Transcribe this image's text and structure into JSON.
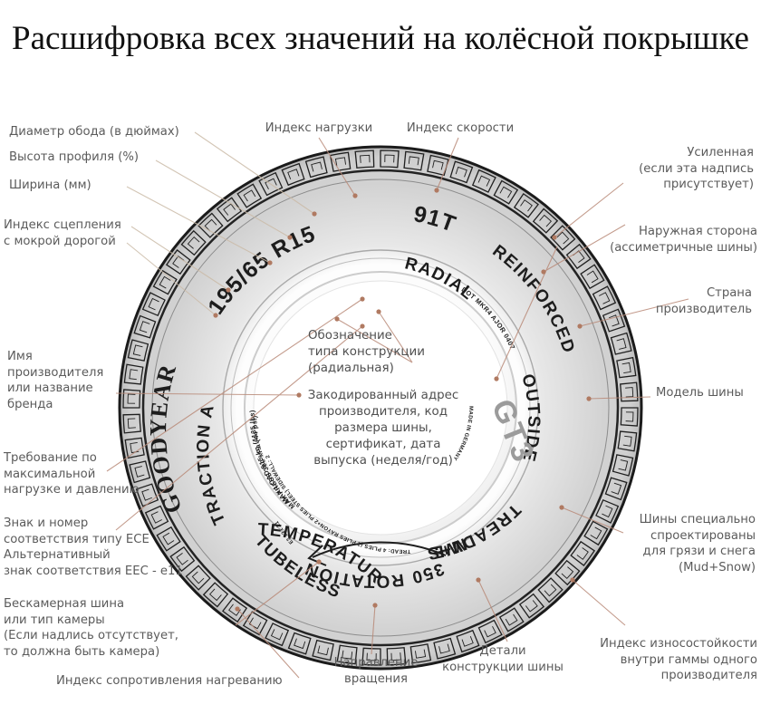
{
  "page": {
    "title": "Расшифровка всех значений на колёсной\nпокрышке",
    "accent_color": "#b98a78",
    "text_color": "#5b5b5b",
    "background": "#ffffff"
  },
  "labels": {
    "left": [
      {
        "id": "rim-diameter",
        "text": "Диаметр обода (в дюймах)"
      },
      {
        "id": "aspect-ratio",
        "text": "Высота профиля (%)"
      },
      {
        "id": "section-width",
        "text": "Ширина (мм)"
      },
      {
        "id": "traction-index",
        "text": "Индекс сцепления\nс мокрой дорогой"
      },
      {
        "id": "manufacturer-name",
        "text": "Имя\nпроизводителя\nили название\nбренда"
      },
      {
        "id": "max-load-pressure",
        "text": "Требование по\nмаксимальной\nнагрузке и давлению"
      },
      {
        "id": "ece-mark",
        "text": "Знак и номер\nсоответствия типу ECE\nАльтернативный\nзнак соответствия EEC - e11"
      },
      {
        "id": "tubeless",
        "text": "Бескамерная шина\nили тип камеры\n(Если надлись отсутствует,\nто должна быть камера)"
      }
    ],
    "top": [
      {
        "id": "load-index",
        "text": "Индекс нагрузки"
      },
      {
        "id": "speed-index",
        "text": "Индекс скорости"
      }
    ],
    "right": [
      {
        "id": "reinforced",
        "text": "Усиленная\n(если эта надпись\nприсутствует)"
      },
      {
        "id": "outside-side",
        "text": "Наружная сторона\n(ассиметричные шины)"
      },
      {
        "id": "country",
        "text": "Страна\nпроизводитель"
      },
      {
        "id": "tire-model",
        "text": "Модель шины"
      },
      {
        "id": "mud-snow",
        "text": "Шины специально\nспроектированы\nдля грязи и снега\n(Mud+Snow)"
      },
      {
        "id": "treadwear",
        "text": "Индекс износостойкости\nвнутри гаммы одного\nпроизводителя"
      }
    ],
    "bottom": [
      {
        "id": "temperature-index",
        "text": "Индекс сопротивления нагреванию"
      },
      {
        "id": "rotation",
        "text": "Направление\nвращения"
      },
      {
        "id": "construction",
        "text": "Детали\nконструкции шины"
      }
    ],
    "center": [
      {
        "id": "radial-construction",
        "text": "Обозначение\nтипа конструкции\n(радиальная)"
      },
      {
        "id": "dot-code",
        "text": "Закодированный адрес\nпроизводителя, код\nразмера шины,\nсертификат, дата\nвыпуска (неделя/год)"
      }
    ]
  },
  "tire": {
    "markings": {
      "size": "195/65 R15",
      "service": "91T",
      "radial": "RADIAL",
      "reinforced": "REINFORCED",
      "outside": "OUTSIDE",
      "dot": "DOT MKR4 AJOR 0407",
      "model": "GT3",
      "made_in": "MADE IN GERMANY",
      "treadwear_word": "TREADWEAR",
      "treadwear_value": "350",
      "mud_snow": "M+S",
      "rotation": "ROTATION",
      "ply": "TREAD: 4 PLIES (2 PLIES RAYON+2 PLIES STEEL)\nSIDEWALL: 2 PLIES RAYON",
      "temperature": "TEMPERATURE A",
      "tubeless": "TUBELESS",
      "traction": "TRACTION A",
      "brand": "GOODYEAR",
      "max_load": "MAX LOAD 515 kg (1135 lbs)",
      "max_press": "MAX PRESS 300 kPa (44 psi)",
      "ece": "E2 021 11"
    }
  }
}
